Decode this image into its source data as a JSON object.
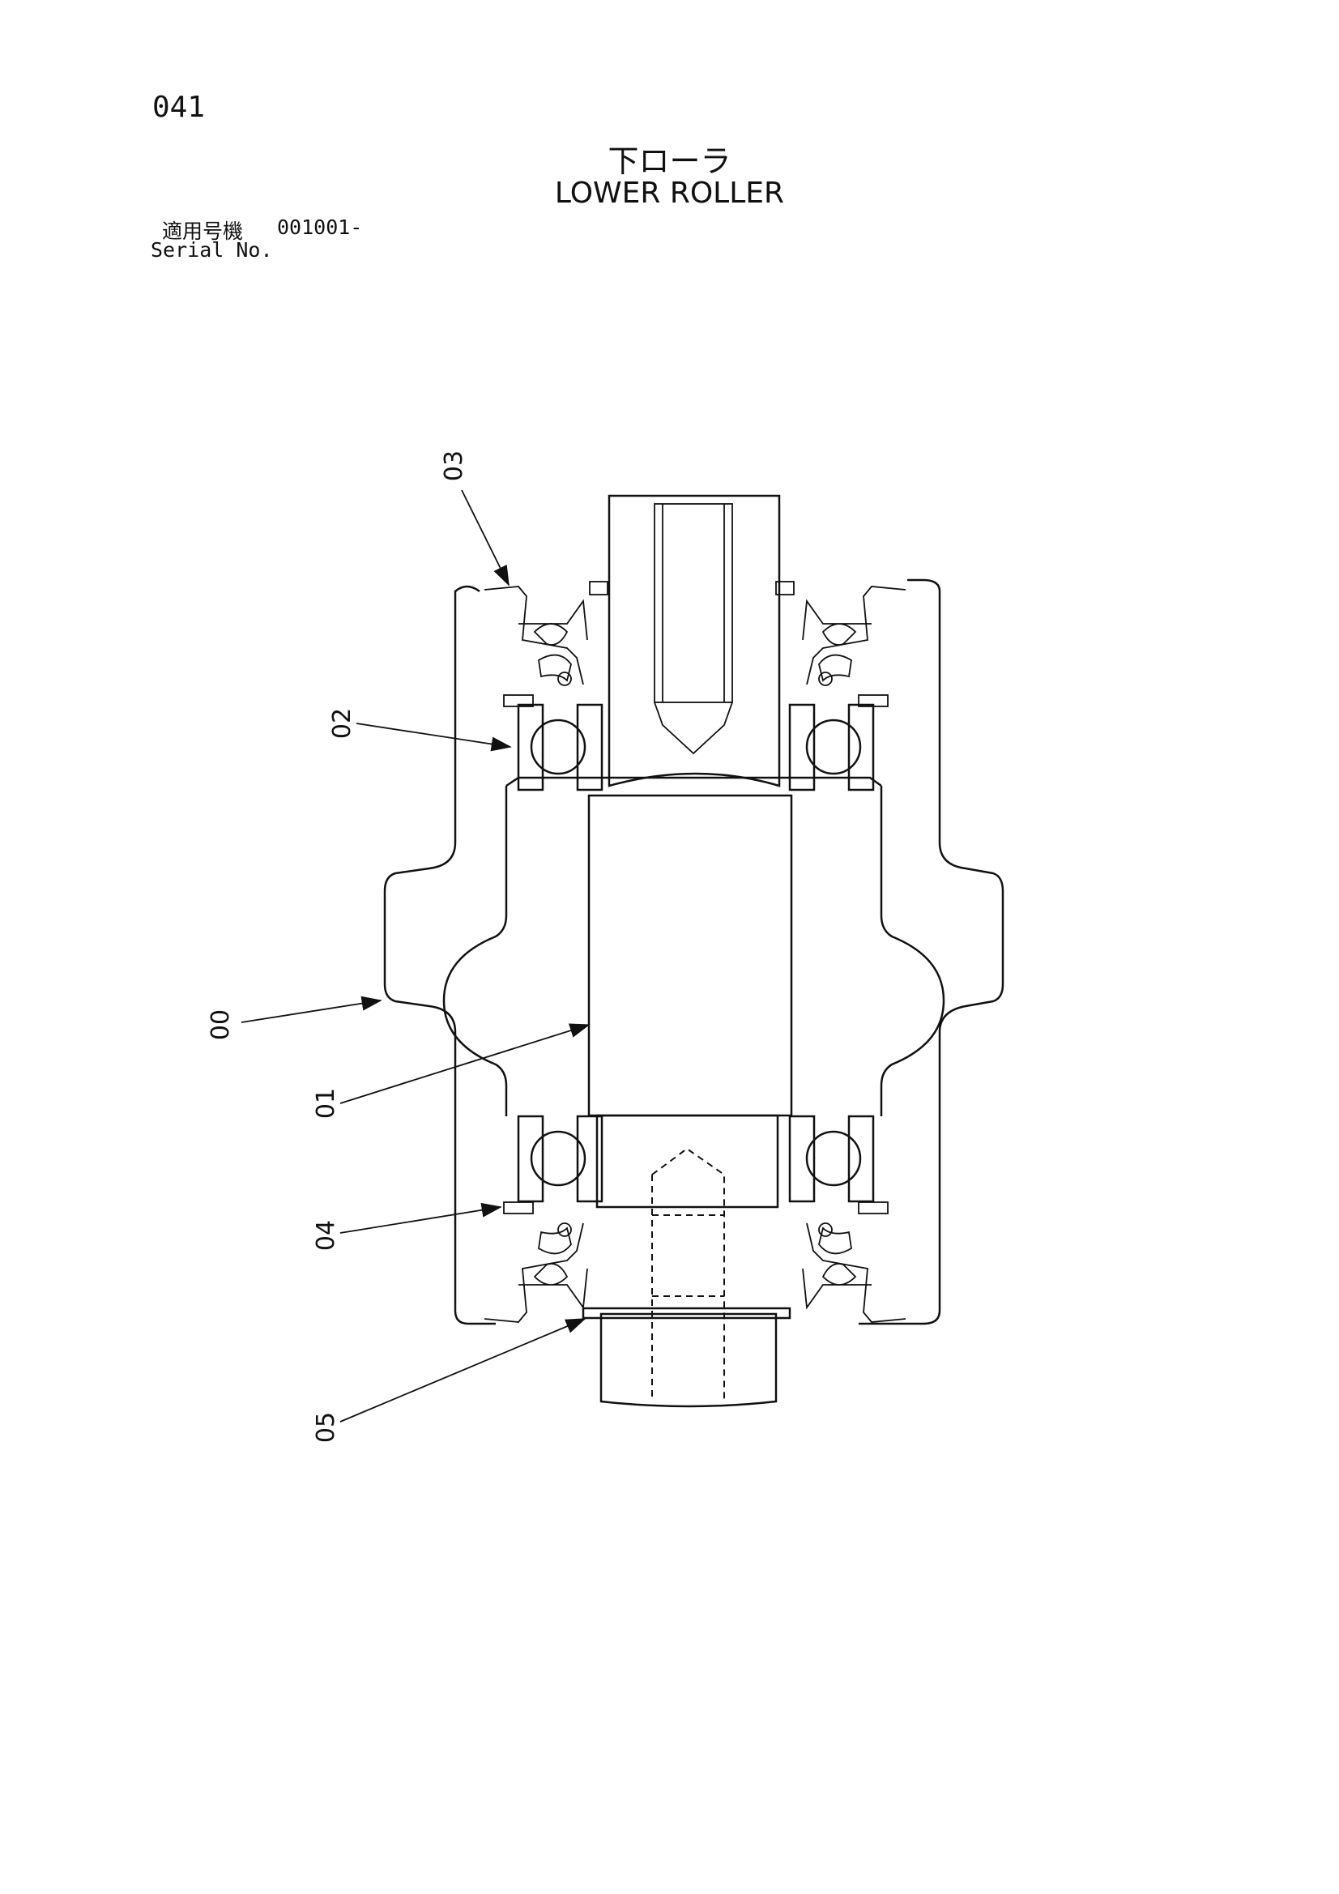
{
  "page_number": "041",
  "title_jp": "下ローラ",
  "title_en": "LOWER ROLLER",
  "serial_label_jp": "適用号機",
  "serial_value": "001001-",
  "serial_label_en": "Serial No.",
  "callouts": [
    "00",
    "01",
    "02",
    "03",
    "04",
    "05"
  ]
}
